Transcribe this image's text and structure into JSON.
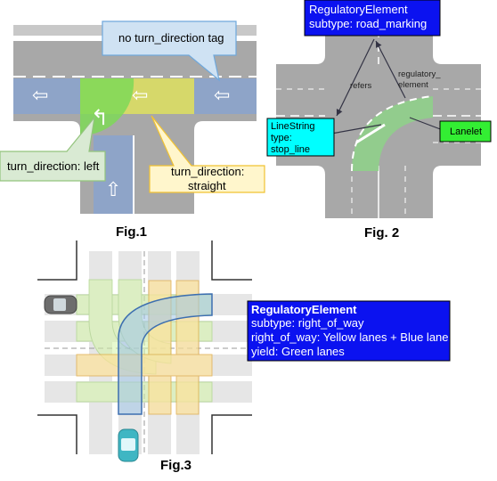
{
  "fig1": {
    "caption": "Fig.1",
    "callout_no_tag": "no turn_direction tag",
    "callout_left": "turn_direction: left",
    "callout_straight_1": "turn_direction:",
    "callout_straight_2": "straight"
  },
  "fig2": {
    "caption": "Fig. 2",
    "reg_line1": "RegulatoryElement",
    "reg_line2": "subtype: road_marking",
    "linestring_line1": "LineString",
    "linestring_line2": "type:",
    "linestring_line3": "stop_line",
    "lanelet": "Lanelet",
    "refers": "refers",
    "regulatory_1": "regulatory_",
    "regulatory_2": "element"
  },
  "fig3": {
    "caption": "Fig.3",
    "reg_title": "RegulatoryElement",
    "reg_subtype": "subtype: right_of_way",
    "reg_row": "right_of_way: Yellow lanes + Blue lane",
    "reg_yield": "yield: Green lanes"
  },
  "colors": {
    "blue_lane": "#8ea4c8",
    "green_lane": "#7ed957",
    "yellow_lane": "#d6d86a",
    "regulatory_box": "#0b12f0",
    "linestring_box": "#00ffff",
    "lanelet_box": "#33ee33",
    "callout_yellow": "#fff6cc",
    "callout_green": "#d9ead3",
    "callout_blue": "#cfe2f3"
  }
}
